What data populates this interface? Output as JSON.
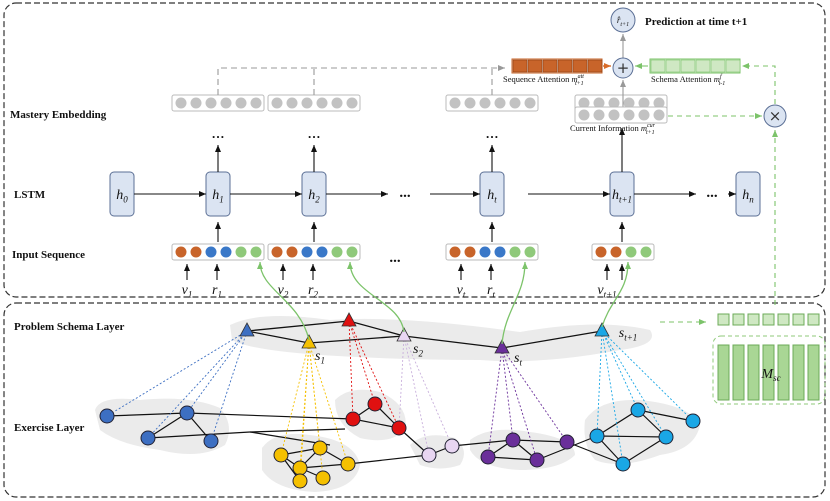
{
  "layers": {
    "mastery_embedding": "Mastery Embedding",
    "lstm": "LSTM",
    "input_sequence": "Input Sequence",
    "problem_schema_layer": "Problem Schema Layer",
    "exercise_layer": "Exercise Layer"
  },
  "prediction_label": "Prediction at time t+1",
  "output_node": "r̂",
  "output_sub": "t+1",
  "sequence_attention": {
    "label": "Sequence Attention",
    "var": "m",
    "sup": "att",
    "sub": "t+1"
  },
  "schema_attention": {
    "label": "Schema Attention",
    "var": "m",
    "sup": "f",
    "sub": "t-1"
  },
  "current_information": {
    "label": "Current Information",
    "var": "m",
    "sup": "cur",
    "sub": "t+1"
  },
  "hidden_states": [
    {
      "base": "h",
      "sub": "0"
    },
    {
      "base": "h",
      "sub": "1"
    },
    {
      "base": "h",
      "sub": "2"
    },
    {
      "base": "h",
      "sub": "t"
    },
    {
      "base": "h",
      "sub": "t+1"
    },
    {
      "base": "h",
      "sub": "n"
    }
  ],
  "ellipsis": "...",
  "vertical_ellipsis": "…",
  "inputs": [
    {
      "v": "v",
      "vs": "1",
      "r": "r",
      "rs": "1"
    },
    {
      "v": "v",
      "vs": "2",
      "r": "r",
      "rs": "2"
    },
    {
      "v": "v",
      "vs": "t",
      "r": "r",
      "rs": "t"
    },
    {
      "v": "v",
      "vs": "t+1",
      "r": ""
    }
  ],
  "schemas": [
    {
      "base": "s",
      "sub": "1"
    },
    {
      "base": "s",
      "sub": "2"
    },
    {
      "base": "s",
      "sub": "t"
    },
    {
      "base": "s",
      "sub": "t+1"
    }
  ],
  "schema_matrix": {
    "base": "M",
    "sub": "sc"
  },
  "operators": {
    "plus": "+",
    "times": "×"
  },
  "colors": {
    "blue": "#3d6fc2",
    "yellow": "#f5c000",
    "red": "#e01010",
    "lilac": "#e8d6f2",
    "purple": "#6a2f9a",
    "cyan": "#1aa7e6",
    "orange": "#c8642a",
    "green": "#8fc97a",
    "gray": "#c2c2c2",
    "lstm_box": "#dbe4f2"
  }
}
